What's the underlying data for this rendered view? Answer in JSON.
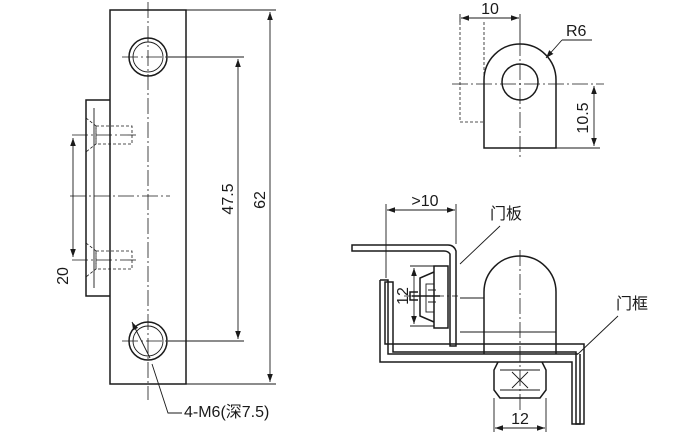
{
  "front_view": {
    "dim_hole_spacing": "47.5",
    "dim_total_length": "62",
    "dim_slot_spacing": "20",
    "thread_note": "4-M6(深7.5)"
  },
  "end_view": {
    "dim_width": "10",
    "dim_radius": "R6",
    "dim_height": "10.5"
  },
  "install_view": {
    "dim_clearance": ">10",
    "label_door_panel": "门板",
    "label_door_frame": "门框",
    "dim_panel_zone": "12",
    "dim_base_width": "12"
  }
}
